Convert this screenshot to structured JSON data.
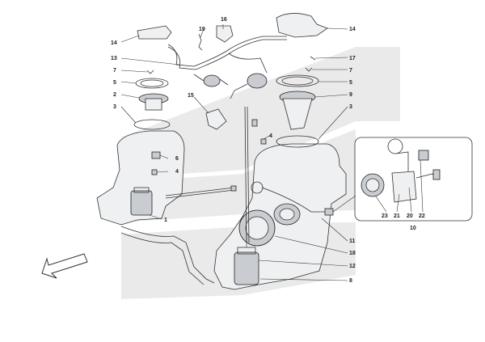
{
  "callouts": {
    "c14a": "14",
    "c19": "19",
    "c16": "16",
    "c14b": "14",
    "c13": "13",
    "c17": "17",
    "c7a": "7",
    "c7b": "7",
    "c5a": "5",
    "c5b": "5",
    "c2": "2",
    "c9": "9",
    "c15": "15",
    "c3a": "3",
    "c3b": "3",
    "c4a": "4",
    "c4b": "4",
    "c6": "6",
    "c1": "1",
    "c11": "11",
    "c18": "18",
    "c12": "12",
    "c8": "8",
    "c23": "23",
    "c21": "21",
    "c20": "20",
    "c22": "22",
    "c10": "10"
  },
  "colors": {
    "watermark": "#d9d9d9",
    "line": "#333333",
    "part_fill": "#eef0f2"
  },
  "icons": {
    "direction": "arrow-icon"
  }
}
